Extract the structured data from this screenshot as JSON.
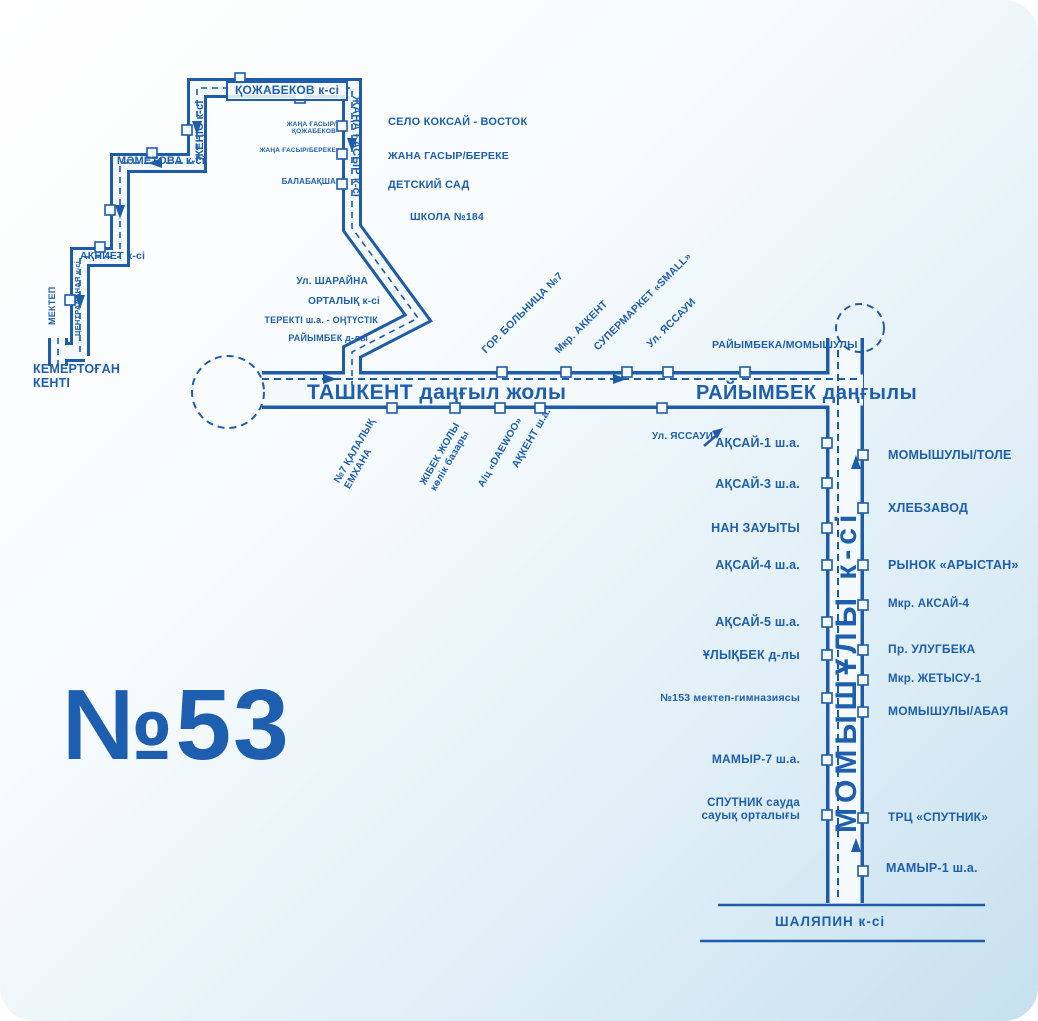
{
  "route": {
    "number": "№53"
  },
  "colors": {
    "line": "#1d5fae",
    "background_start": "#ffffff",
    "background_end": "#c6e0ee"
  },
  "terminals": {
    "kemertogan": "КЕМЕРТОҒАН\nКЕНТІ",
    "shalyapin": "ШАЛЯПИН к-сі"
  },
  "streets": {
    "kozhabekov": "ҚОЖАБЕКОВ к-сі",
    "zhenis": "ЖЕҢІС к-сі",
    "zhana_gasyr": "ЖАҢА ҒАСЫР к-сі",
    "mametova": "МӘМЕТОВА к-сі",
    "akniet": "АҚНИЕТ к-сі",
    "tsentralnaya": "ЦЕНТРАЛЬНАЯ к-сі",
    "tashkent": "ТАШКЕНТ даңғыл жолы",
    "raiymbek": "РАЙЫМБЕК даңғылы",
    "momyshuly": "МОМЫШҰЛЫ к-сі"
  },
  "stops": {
    "mektep": "МЕКТЕП",
    "selo_koksai": "СЕЛО КОКСАЙ - ВОСТОК",
    "zhana_gasyr_bereke": "ЖАНА ГАСЫР/БЕРЕКЕ",
    "detskiy_sad": "ДЕТСКИЙ САД",
    "shkola_184": "ШКОЛА №184",
    "zhana_gasyr_kozhabekov_sm": "ЖАҢА ҒАСЫР/ҚОЖАБЕКОВ",
    "zhana_gasyr_bereke_sm": "ЖАҢА ҒАСЫР/БЕРЕКЕ",
    "balabaksha": "БАЛАБАҚША",
    "sharaina": "Ул. ШАРАЙНА",
    "ortalyk": "ОРТАЛЫҚ к-сі",
    "terekti": "ТЕРЕКТІ ш.а. - ОҢТҮСТІК",
    "raiymbek_d": "РАЙЫМБЕК д-лы",
    "gor_bolnitsa": "ГОР. БОЛЬНИЦА №7",
    "mkr_akkent": "Мкр. АККЕНТ",
    "supermarket_small": "СУПЕРМАРКЕТ «SMALL»",
    "ul_yassaui_top": "Ул. ЯССАУИ",
    "raiymbeka_momyshuly": "РАЙЫМБЕКА/МОМЫШУЛЫ",
    "kalalyk_emkhana": "№7 ҚАЛАЛЫҚ\nЕМХАНА",
    "zhibek_zholy": "ЖІБЕК ЖОЛЫ\nкөлік базары",
    "daewoo": "А/ц «DAEWOO»",
    "akkent_sha": "АҚКЕНТ ш.а.",
    "ul_yassaui_bottom": "Ул. ЯССАУИ",
    "aksai1": "АҚСАЙ-1 ш.а.",
    "aksai3": "АҚСАЙ-3 ш.а.",
    "nan_zauyty": "НАН ЗАУЫТЫ",
    "aksai4": "АҚСАЙ-4 ш.а.",
    "aksai5": "АҚСАЙ-5 ш.а.",
    "ulykbek": "ҰЛЫҚБЕК д-лы",
    "mektep153": "№153 мектеп-гимназиясы",
    "mamyr7": "МАМЫР-7 ш.а.",
    "sputnik_sauda": "СПУТНИК сауда\nсауық орталығы",
    "momyshuly_tole": "МОМЫШУЛЫ/ТОЛЕ",
    "khlebzavod": "ХЛЕБЗАВОД",
    "rynok_arystan": "РЫНОК «АРЫСТАН»",
    "mkr_aksai4": "Мкр. АКСАЙ-4",
    "pr_ulugbeka": "Пр. УЛУГБЕКА",
    "mkr_zhetysu1": "Мкр. ЖЕТЫСУ-1",
    "momyshuly_abaya": "МОМЫШУЛЫ/АБАЯ",
    "trts_sputnik": "ТРЦ «СПУТНИК»",
    "mamyr1": "МАМЫР-1 ш.а."
  }
}
